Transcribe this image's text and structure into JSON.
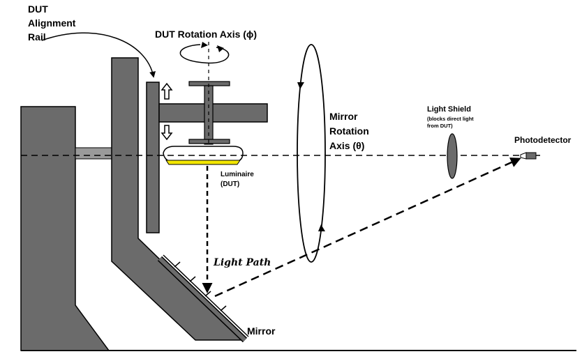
{
  "labels": {
    "dut_alignment_rail": [
      "DUT",
      "Alignment",
      "Rail"
    ],
    "dut_rotation_axis": "DUT Rotation Axis (ϕ)",
    "mirror_rotation_axis": [
      "Mirror",
      "Rotation",
      "Axis (θ)"
    ],
    "light_shield": "Light Shield",
    "light_shield_note": [
      "(blocks direct light",
      "from DUT)"
    ],
    "photodetector": "Photodetector",
    "luminaire": [
      "Luminaire",
      "(DUT)"
    ],
    "light_path": "Light Path",
    "mirror": "Mirror"
  },
  "colors": {
    "frame": "#6b6b6b",
    "outline": "#000000",
    "luminaire_lens": "#f2e600",
    "shield": "#6b6b6b"
  }
}
